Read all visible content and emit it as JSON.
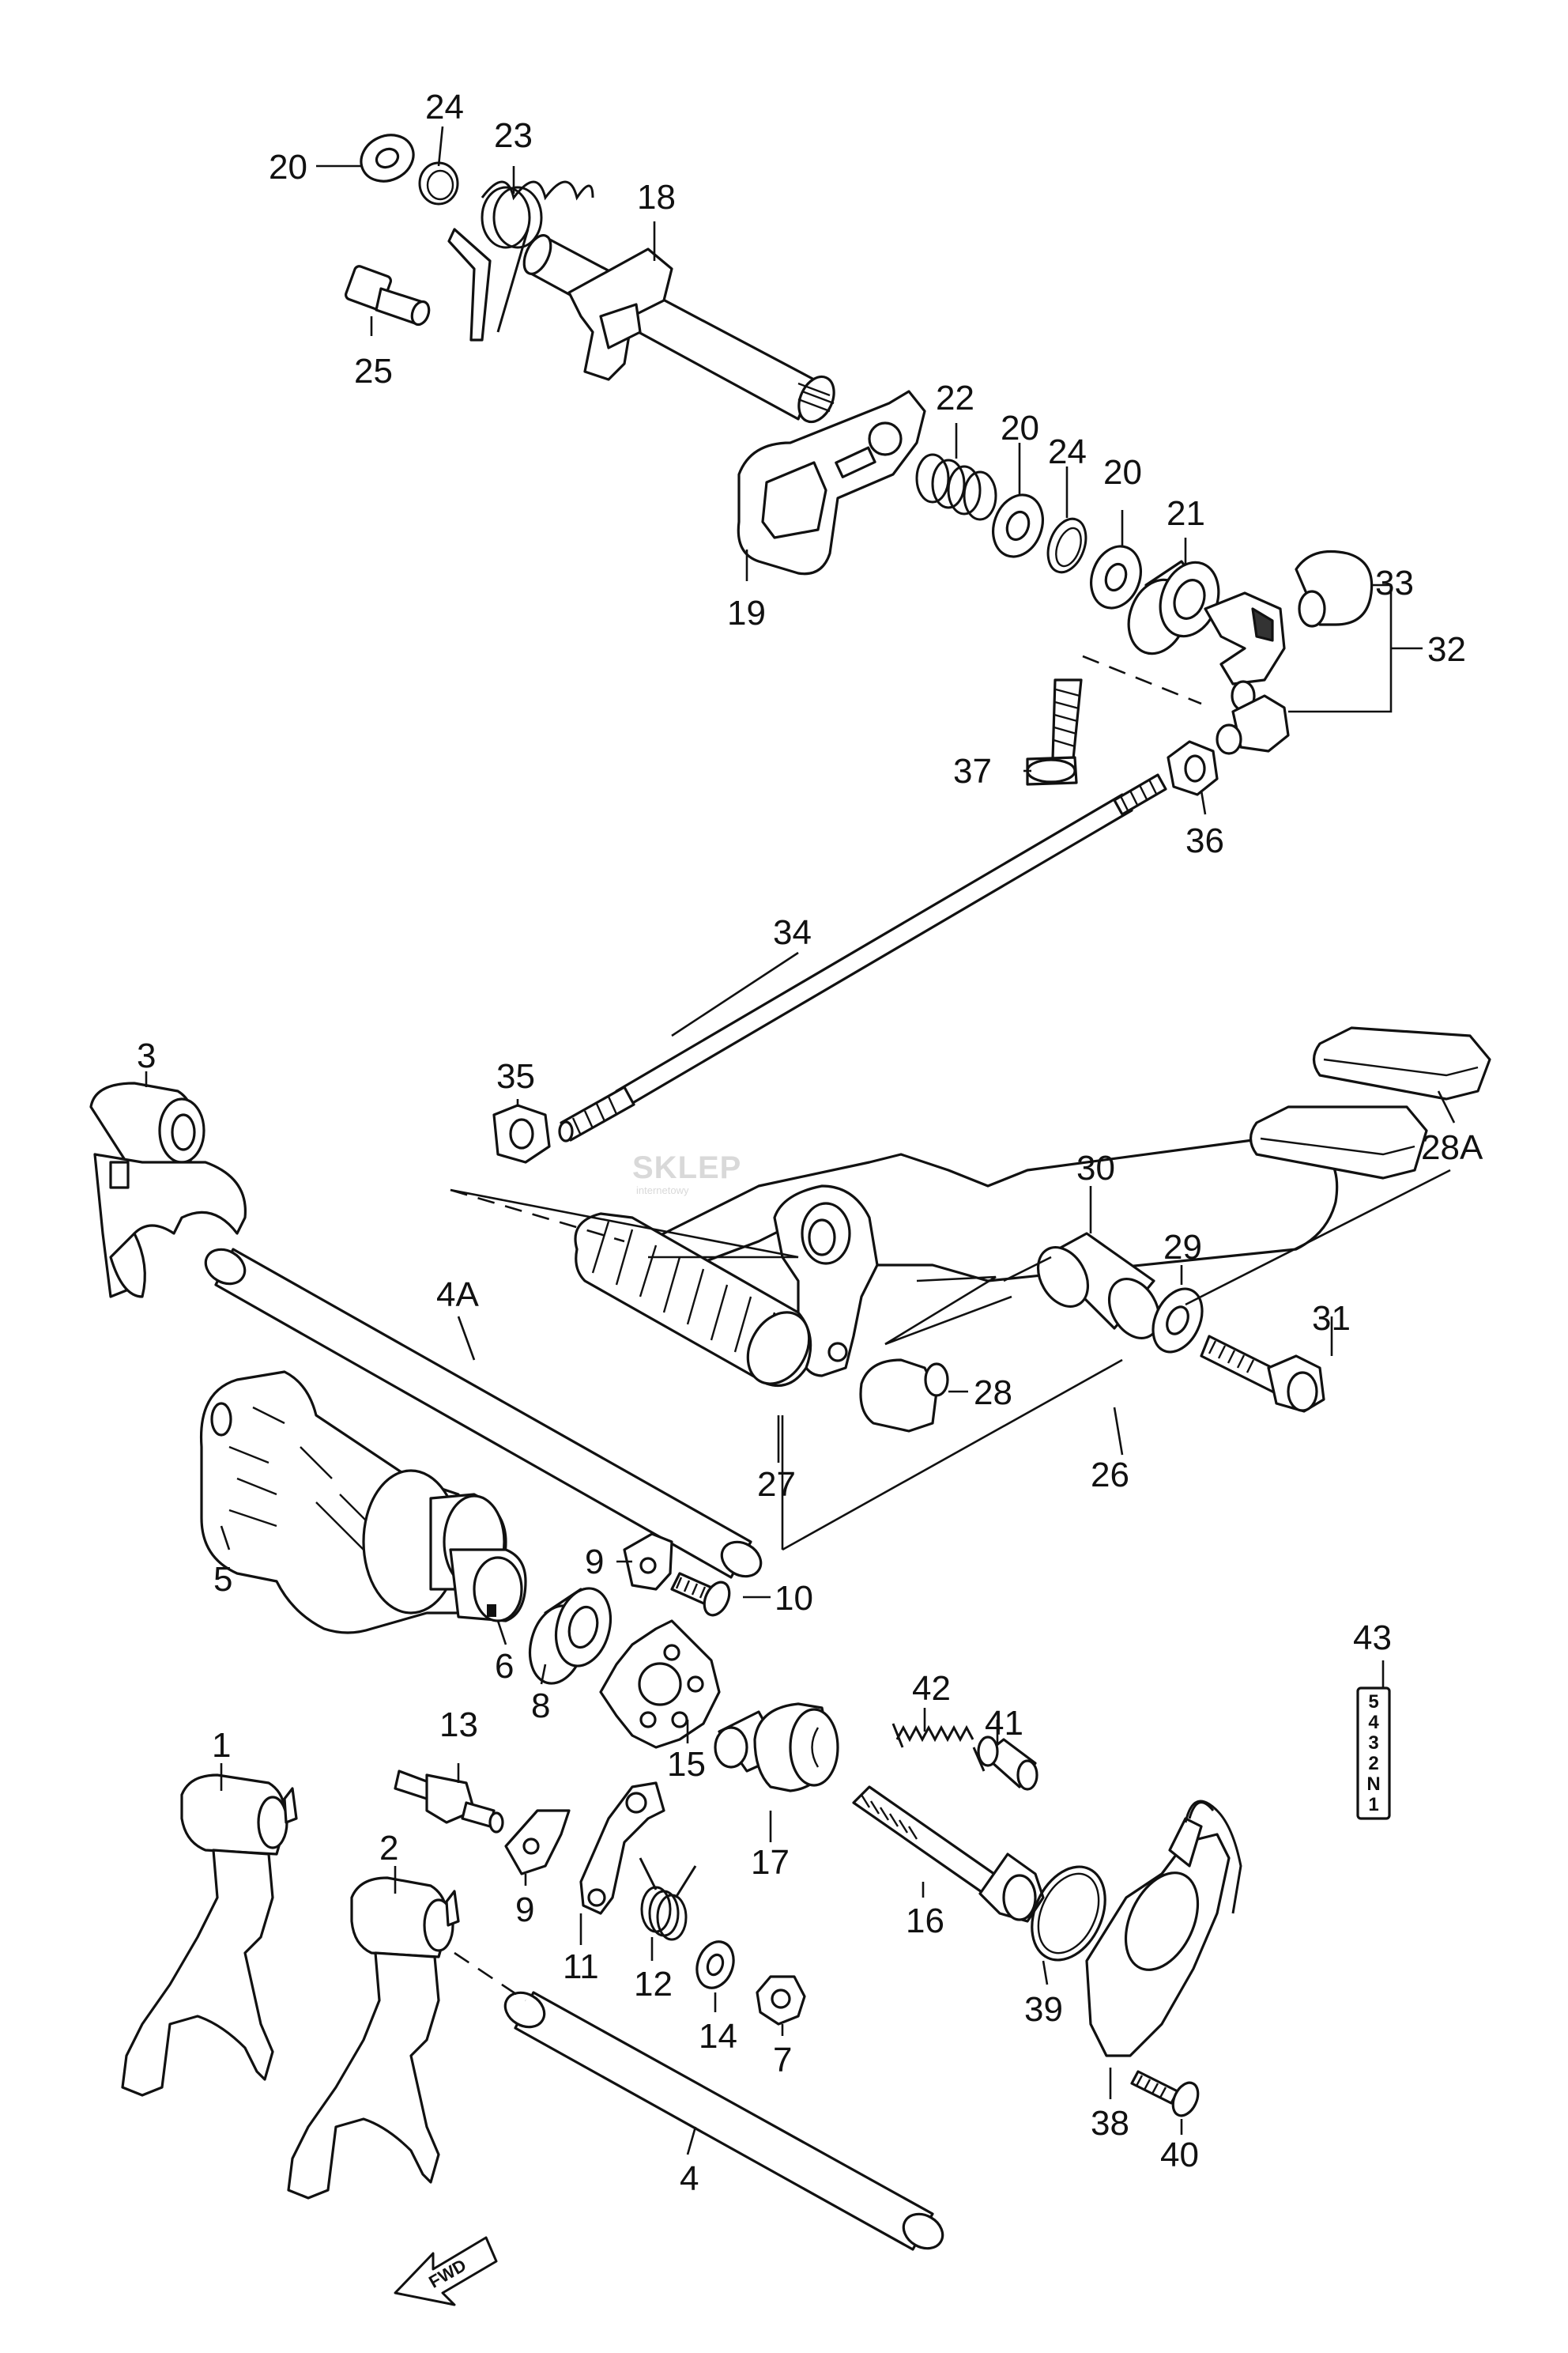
{
  "labels": {
    "p1": "1",
    "p2": "2",
    "p3": "3",
    "p4": "4",
    "p4a": "4A",
    "p5": "5",
    "p6": "6",
    "p7": "7",
    "p8": "8",
    "p9a": "9",
    "p9b": "9",
    "p10": "10",
    "p11": "11",
    "p12": "12",
    "p13": "13",
    "p14": "14",
    "p15": "15",
    "p16": "16",
    "p17": "17",
    "p18": "18",
    "p19": "19",
    "p20a": "20",
    "p20b": "20",
    "p20c": "20",
    "p21": "21",
    "p22": "22",
    "p23": "23",
    "p24a": "24",
    "p24b": "24",
    "p25": "25",
    "p26": "26",
    "p27": "27",
    "p28": "28",
    "p28a": "28A",
    "p29": "29",
    "p30": "30",
    "p31": "31",
    "p32": "32",
    "p33": "33",
    "p34": "34",
    "p35": "35",
    "p36": "36",
    "p37": "37",
    "p38": "38",
    "p39": "39",
    "p40": "40",
    "p41": "41",
    "p42": "42",
    "p43": "43"
  },
  "fwd_label": "FWD",
  "tag_text": [
    "5",
    "4",
    "3",
    "2",
    "N",
    "1"
  ],
  "watermark": {
    "text": "SKLEP",
    "sub": "internetowy"
  }
}
